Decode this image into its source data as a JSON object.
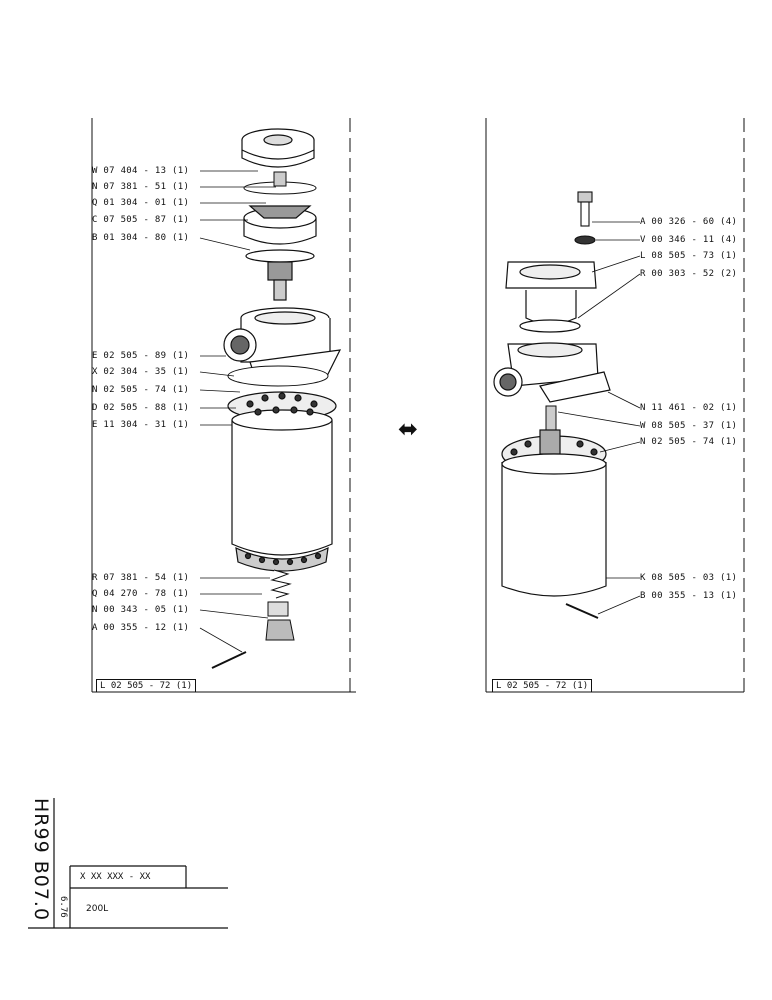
{
  "left_diagram": {
    "labels": [
      "W 07 404 - 13 (1)",
      "N 07 381 - 51 (1)",
      "Q 01 304 - 01 (1)",
      "C 07 505 - 87 (1)",
      "B 01 304 - 80 (1)",
      "E 02 505 - 89 (1)",
      "X 02 304 - 35 (1)",
      "N 02 505 - 74 (1)",
      "D 02 505 - 88 (1)",
      "E 11 304 - 31 (1)",
      "R 07 381 - 54 (1)",
      "Q 04 270 - 78 (1)",
      "N 00 343 - 05 (1)",
      "A 00 355 - 12 (1)"
    ],
    "frame_code": "L 02 505 - 72 (1)"
  },
  "right_diagram": {
    "labels": [
      "A 00 326 - 60 (4)",
      "V 00 346 - 11 (4)",
      "L 08 505 - 73 (1)",
      "R 00 303 - 52 (2)",
      "N 11 461 - 02 (1)",
      "W 08 505 - 37 (1)",
      "N 02 505 - 74 (1)",
      "K 08 505 - 03 (1)",
      "B 00 355 - 13 (1)"
    ],
    "frame_code": "L 02 505 - 72 (1)"
  },
  "arrow_symbol": "⬌",
  "title_block": {
    "vertical_code": "HR99 B07.0",
    "date": "6.76",
    "part_code": "X XX XXX - XX",
    "description": "200L"
  }
}
